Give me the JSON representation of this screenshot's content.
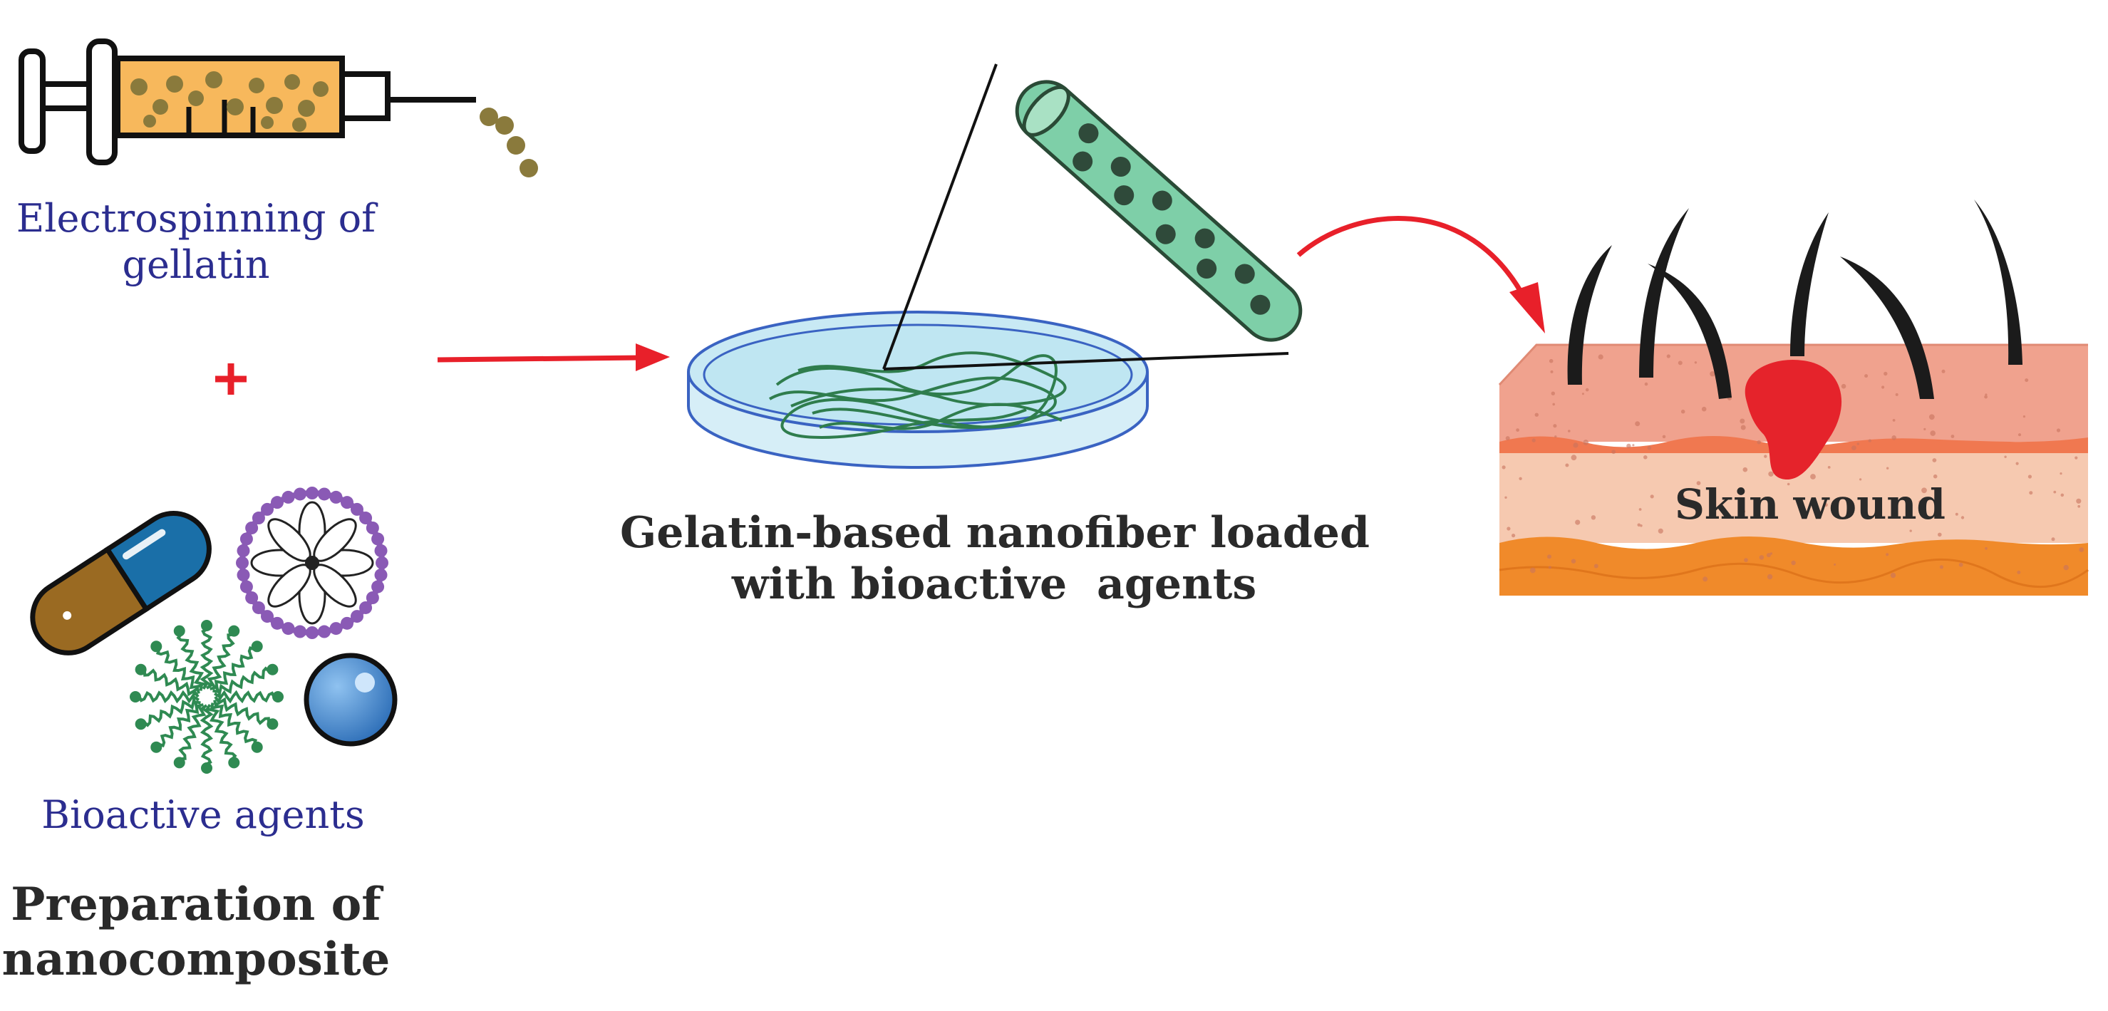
{
  "labels": {
    "electrospinning_line1": "Electrospinning of",
    "electrospinning_line2": "gellatin",
    "plus": "+",
    "bioactive_agents": "Bioactive agents",
    "preparation_line1": "Preparation of",
    "preparation_line2": "nanocomposite",
    "nanofiber_line1": "Gelatin-based nanofiber loaded",
    "nanofiber_line2": "with bioactive  agents",
    "skin_wound": "Skin wound"
  },
  "colors": {
    "accent_arrow": "#e8202a",
    "label_blue": "#2b2d8f",
    "label_black": "#2a2a2a",
    "syringe_fill": "#f7b85c",
    "particle": "#8a7a3c",
    "fiber_tube": "#7ecfa8",
    "fiber_dots": "#2f5a40",
    "dish": "#bfe6f2",
    "skin_top": "#f0a28e",
    "skin_mid": "#f6c9b0",
    "skin_bottom": "#f08a2a",
    "wound": "#e5232b",
    "hair": "#1b1b1b",
    "dendrimer_ring": "#8a5ab5",
    "micelle": "#2f8a52",
    "sphere": "#3f86d2",
    "capsule_blue": "#1a6fa8",
    "capsule_brown": "#9a6a22"
  },
  "icons": [
    "syringe-icon",
    "capsule-icon",
    "dendrimer-icon",
    "micelle-icon",
    "sphere-icon",
    "nanofiber-tube-icon",
    "petri-dish-icon",
    "skin-icon",
    "arrow-icon"
  ]
}
